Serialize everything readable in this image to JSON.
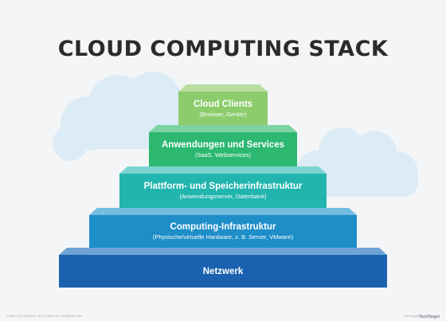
{
  "title": "CLOUD COMPUTING STACK",
  "tiers": [
    {
      "label": "Cloud Clients",
      "sub": "(Browser, Geräte)",
      "color": "#8ccc6c",
      "top_color": "#b9df9f"
    },
    {
      "label": "Anwendungen und Services",
      "sub": "(SaaS, Webservices)",
      "color": "#2db872",
      "top_color": "#7dd3a3"
    },
    {
      "label": "Plattform- und Speicherinfrastruktur",
      "sub": "(Anwendungsserver, Datenbank)",
      "color": "#21b5ad",
      "top_color": "#7ad5cf"
    },
    {
      "label": "Computing-Infrastruktur",
      "sub": "(Physische/virtuelle Hardware, z. B. Server, VMware)",
      "color": "#1e8ec9",
      "top_color": "#74bce0"
    },
    {
      "label": "Netzwerk",
      "sub": "",
      "color": "#1a62b0",
      "top_color": "#6ea3d6"
    }
  ],
  "footer": {
    "left": "©2025 TECHTARGET. ALLE RECHTE VORBEHALTEN",
    "right": "TechTarget",
    "logo": "TechTarget"
  },
  "colors": {
    "cloud": "#dcecf7",
    "background": "#f4f5f6",
    "title": "#2b2b2b"
  }
}
